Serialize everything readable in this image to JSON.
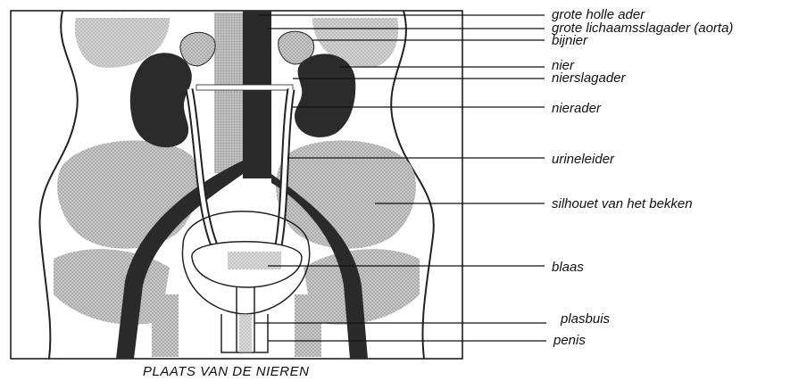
{
  "labels": [
    {
      "key": "vena_cava",
      "text": "grote holle ader"
    },
    {
      "key": "aorta",
      "text": "grote lichaamsslagader (aorta)"
    },
    {
      "key": "adrenal",
      "text": "bijnier"
    },
    {
      "key": "kidney",
      "text": "nier"
    },
    {
      "key": "renal_artery",
      "text": "nierslagader"
    },
    {
      "key": "renal_vein",
      "text": "nierader"
    },
    {
      "key": "ureter",
      "text": "urineleider"
    },
    {
      "key": "pelvis",
      "text": "silhouet van het bekken"
    },
    {
      "key": "bladder",
      "text": "blaas"
    },
    {
      "key": "urethra",
      "text": "plasbuis"
    },
    {
      "key": "penis",
      "text": "penis"
    }
  ],
  "caption": "PLAATS VAN DE NIEREN"
}
